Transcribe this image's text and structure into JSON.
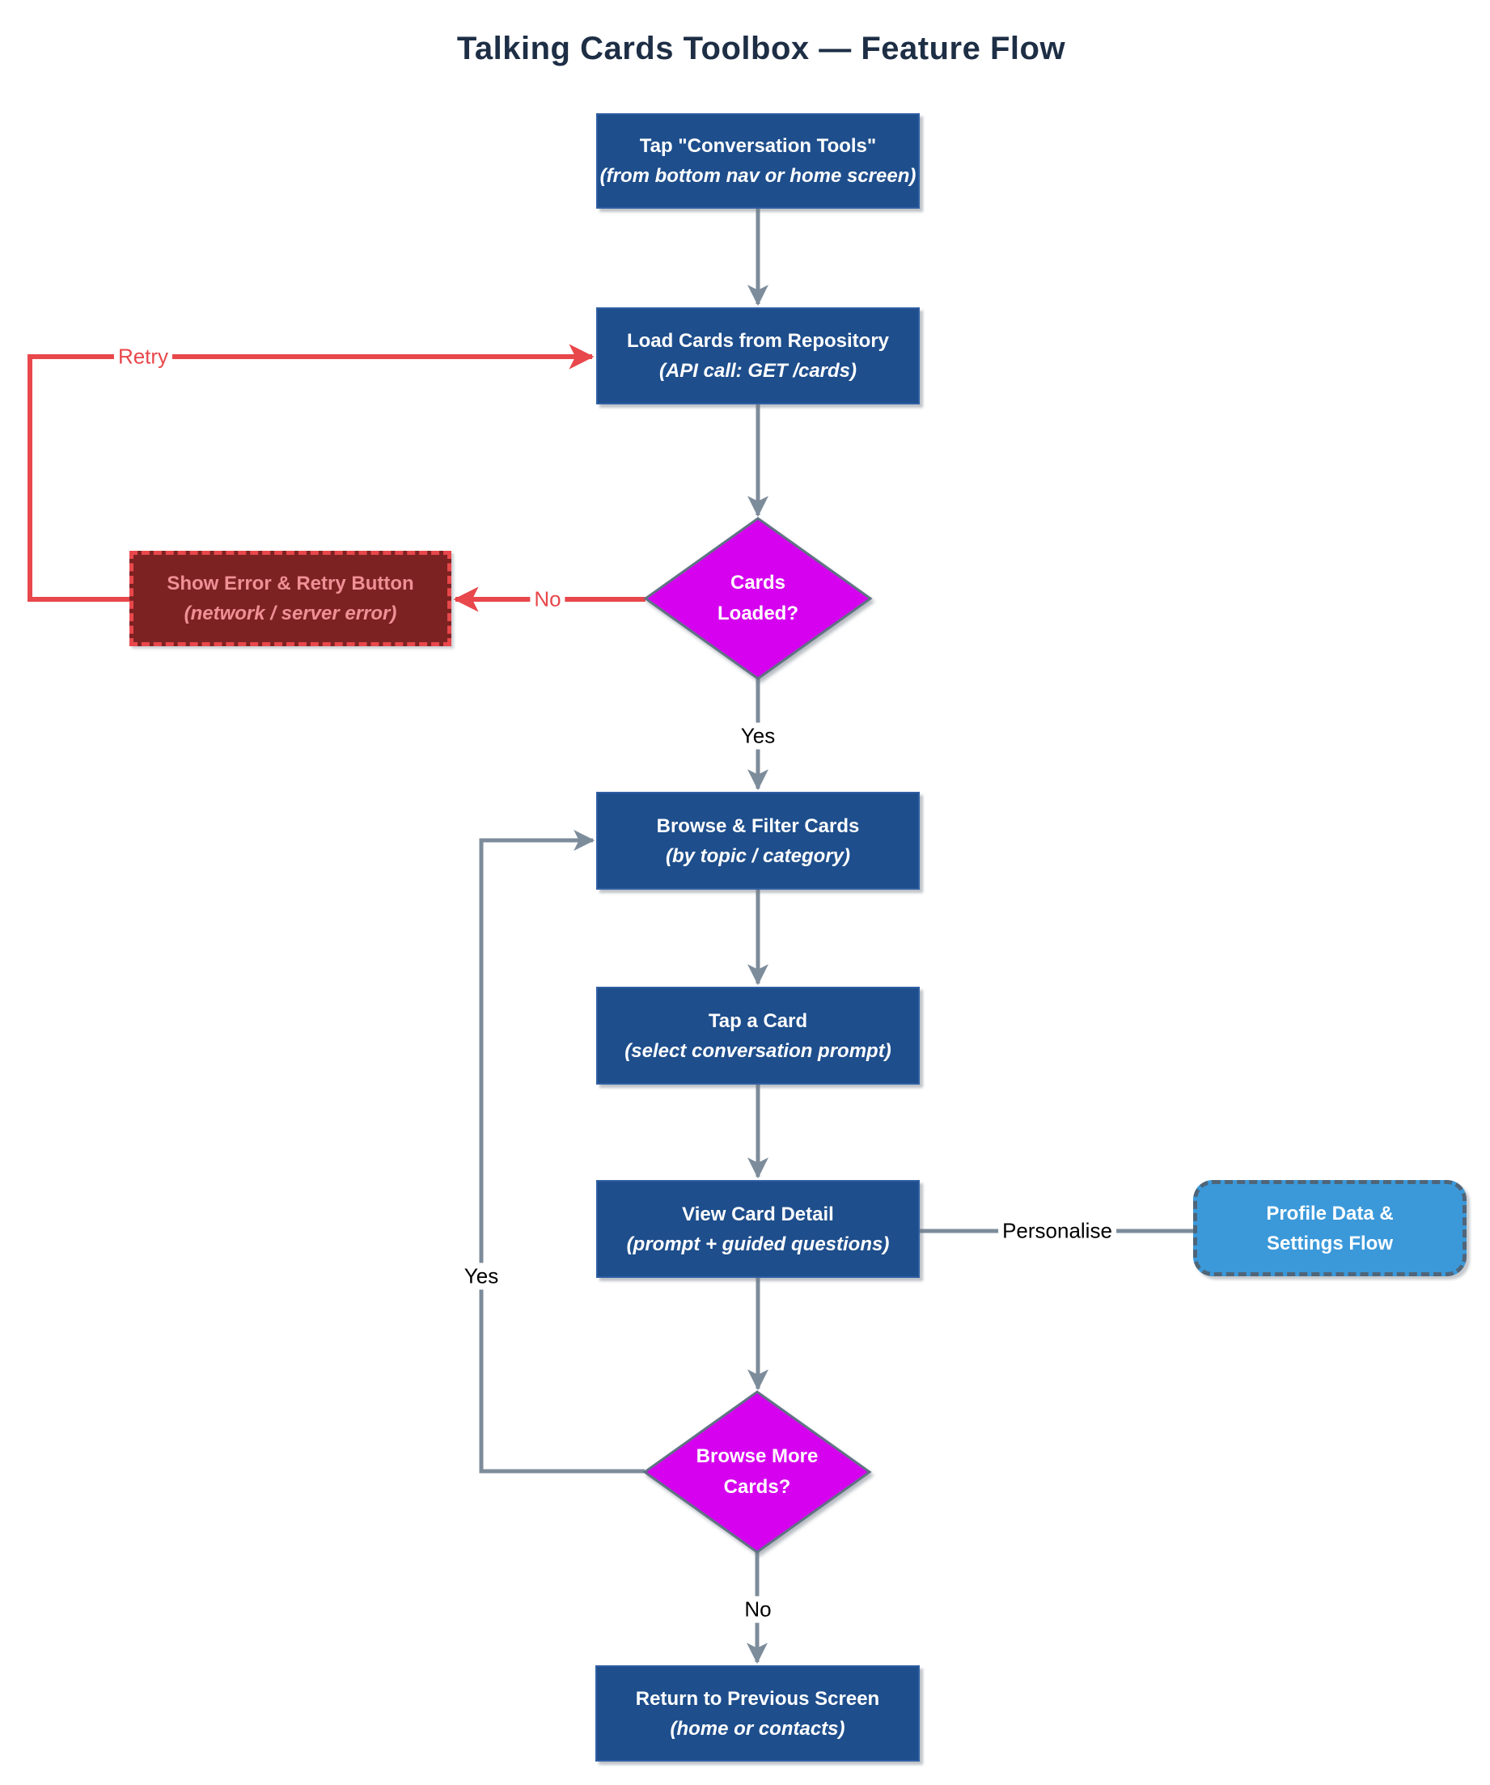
{
  "title": "Talking Cards Toolbox — Feature Flow",
  "nodes": {
    "tap_tools": {
      "line1": "Tap \"Conversation Tools\"",
      "line2": "(from bottom nav or home screen)"
    },
    "load_cards": {
      "line1": "Load Cards from Repository",
      "line2": "(API call: GET /cards)"
    },
    "cards_loaded": {
      "line1": "Cards",
      "line2": "Loaded?"
    },
    "show_error": {
      "line1": "Show Error & Retry Button",
      "line2": "(network / server error)"
    },
    "browse_filter": {
      "line1": "Browse & Filter Cards",
      "line2": "(by topic / category)"
    },
    "tap_card": {
      "line1": "Tap a Card",
      "line2": "(select conversation prompt)"
    },
    "view_detail": {
      "line1": "View Card Detail",
      "line2": "(prompt + guided questions)"
    },
    "profile_flow": {
      "line1": "Profile Data &",
      "line2": "Settings Flow"
    },
    "browse_more": {
      "line1": "Browse More",
      "line2": "Cards?"
    },
    "return_prev": {
      "line1": "Return to Previous Screen",
      "line2": "(home or contacts)"
    }
  },
  "edge_labels": {
    "yes_down": "Yes",
    "no_to_error": "No",
    "retry": "Retry",
    "yes_loop": "Yes",
    "no_down": "No",
    "personalise": "Personalise"
  },
  "colors": {
    "process_fill": "#1e4e8c",
    "decision_fill": "#d602ef",
    "error_fill": "#7d2222",
    "error_accent": "#e8474b",
    "error_text": "#ef9096",
    "subflow_fill": "#3b99da",
    "connector_gray": "#7d8c9b",
    "title_text": "#1d2e45"
  }
}
